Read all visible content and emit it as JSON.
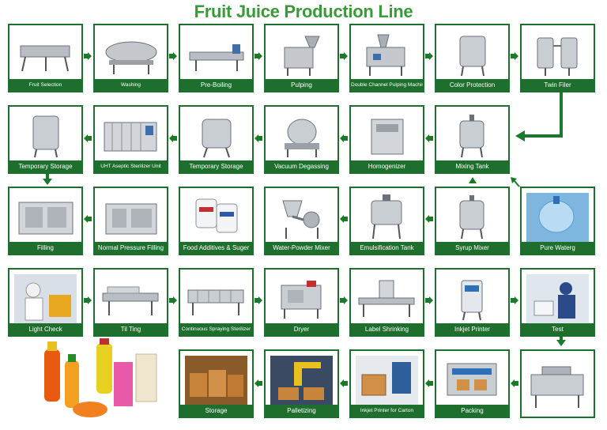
{
  "title": "Fruit Juice Production Line",
  "steps": {
    "fruit_selection": "Fruit Selection",
    "washing": "Washing",
    "pre_boiling": "Pre-Boiling",
    "pulping": "Pulping",
    "double_channel": "Double Channel Pulping Machine",
    "color_protection": "Color Protection",
    "twin_filer": "Twin Filer",
    "temporary_storage_1": "Temporary Storage",
    "uht": "UHT Aseptic Sterilizer Unit",
    "temporary_storage_2": "Temporary Storage",
    "vacuum_degassing": "Vacuum Degassing",
    "homogenizer": "Homogenizer",
    "mixing_tank": "Mixing Tank",
    "filling": "Filling",
    "normal_pressure_filling": "Normal Pressure Filling",
    "food_additives": "Food Additives & Suger",
    "water_powder_mixer": "Water-Powder Mixer",
    "emulsification_tank": "Emulsification Tank",
    "syrup_mixer": "Syrup Mixer",
    "pure_water": "Pure Waterg",
    "light_check": "Light Check",
    "tilting": "Til Ting",
    "continuous_spraying": "Continuous Spraying Sterilizer",
    "dryer": "Dryer",
    "label_shrinking": "Label Shrinking",
    "inkjet_printer": "Inkjet Printer",
    "test": "Test",
    "storage": "Storage",
    "palletizing": "Palletizing",
    "inkjet_printer_carton": "Inkjet Printer for Carton",
    "packing": "Packing",
    "shrink_wrapper": ""
  },
  "colors": {
    "card_border": "#1e6e2e",
    "label_bg": "#1e6e2e",
    "arrow": "#1a7a2a",
    "title": "#3a9a3a"
  }
}
